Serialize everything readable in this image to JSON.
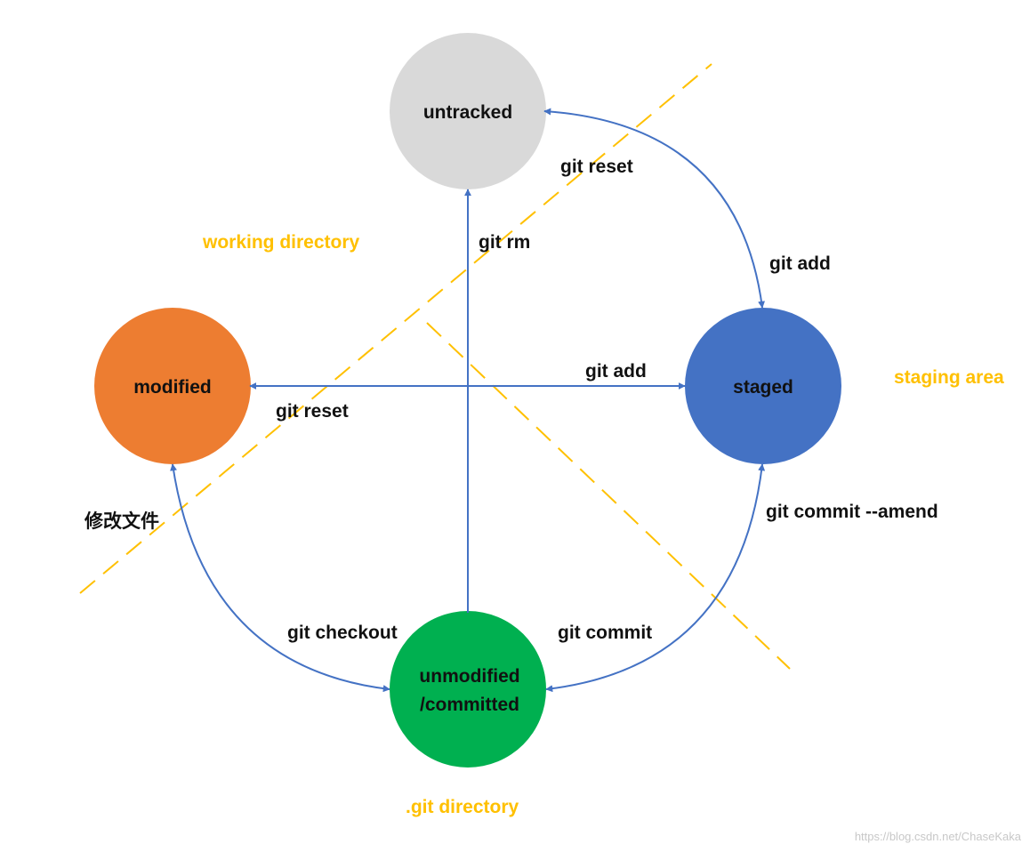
{
  "colors": {
    "edge": "#4472c4",
    "divider": "#ffc000",
    "zone_text": "#ffc000",
    "untracked": "#d9d9d9",
    "modified": "#ed7d31",
    "staged": "#4472c4",
    "committed": "#00b050"
  },
  "nodes": {
    "untracked": {
      "label": "untracked"
    },
    "modified": {
      "label": "modified"
    },
    "staged": {
      "label": "staged"
    },
    "committed": {
      "line1": "unmodified",
      "line2": "/committed"
    }
  },
  "edges": {
    "git_reset_staged_untracked": "git reset",
    "git_add_untracked_staged": "git add",
    "git_rm": "git rm",
    "git_add_modified_staged": "git add",
    "git_reset_staged_modified": "git reset",
    "modify_file": "修改文件",
    "git_checkout": "git checkout",
    "git_commit": "git commit",
    "git_commit_amend": "git commit --amend"
  },
  "zones": {
    "working_directory": "working directory",
    "staging_area": "staging area",
    "git_directory": ".git directory"
  },
  "watermark": "https://blog.csdn.net/ChaseKaka"
}
